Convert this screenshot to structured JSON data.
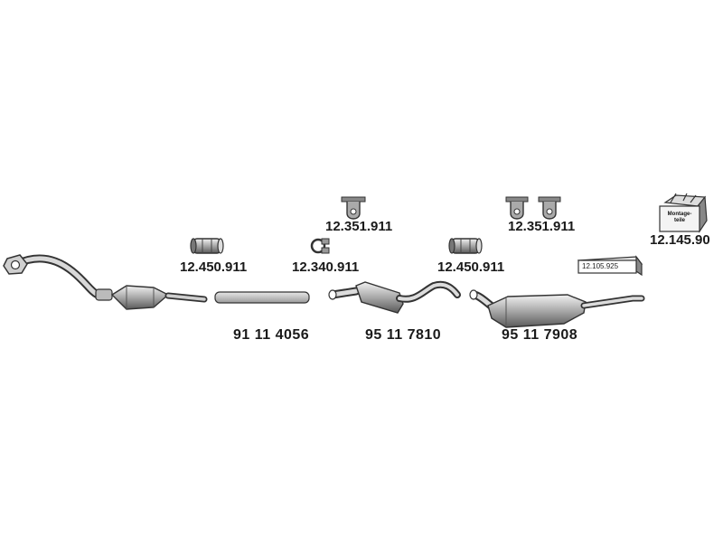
{
  "parts": [
    {
      "id": "hanger-left",
      "number": "12.351.911",
      "icon": "rubber-hanger-icon"
    },
    {
      "id": "hanger-right",
      "number": "12.351.911",
      "icon": "double-rubber-hanger-icon"
    },
    {
      "id": "clamp-left",
      "number": "12.450.911",
      "icon": "pipe-clamp-icon"
    },
    {
      "id": "clamp-ring",
      "number": "12.340.911",
      "icon": "ring-clamp-icon"
    },
    {
      "id": "clamp-right",
      "number": "12.450.911",
      "icon": "pipe-clamp-icon"
    },
    {
      "id": "mounting-kit",
      "number": "12.145.90",
      "icon": "mounting-kit-icon",
      "box_text_1": "Montage-",
      "box_text_2": "teile"
    },
    {
      "id": "small-box",
      "number": "12.105.925",
      "icon": "parts-box-icon"
    },
    {
      "id": "catalytic-converter",
      "number": "",
      "icon": "catalytic-converter-icon"
    },
    {
      "id": "middle-pipe",
      "number": "91 11 4056",
      "icon": "straight-pipe-icon"
    },
    {
      "id": "center-muffler",
      "number": "95 11 7810",
      "icon": "center-muffler-icon"
    },
    {
      "id": "rear-muffler",
      "number": "95 11 7908",
      "icon": "rear-muffler-icon"
    }
  ]
}
